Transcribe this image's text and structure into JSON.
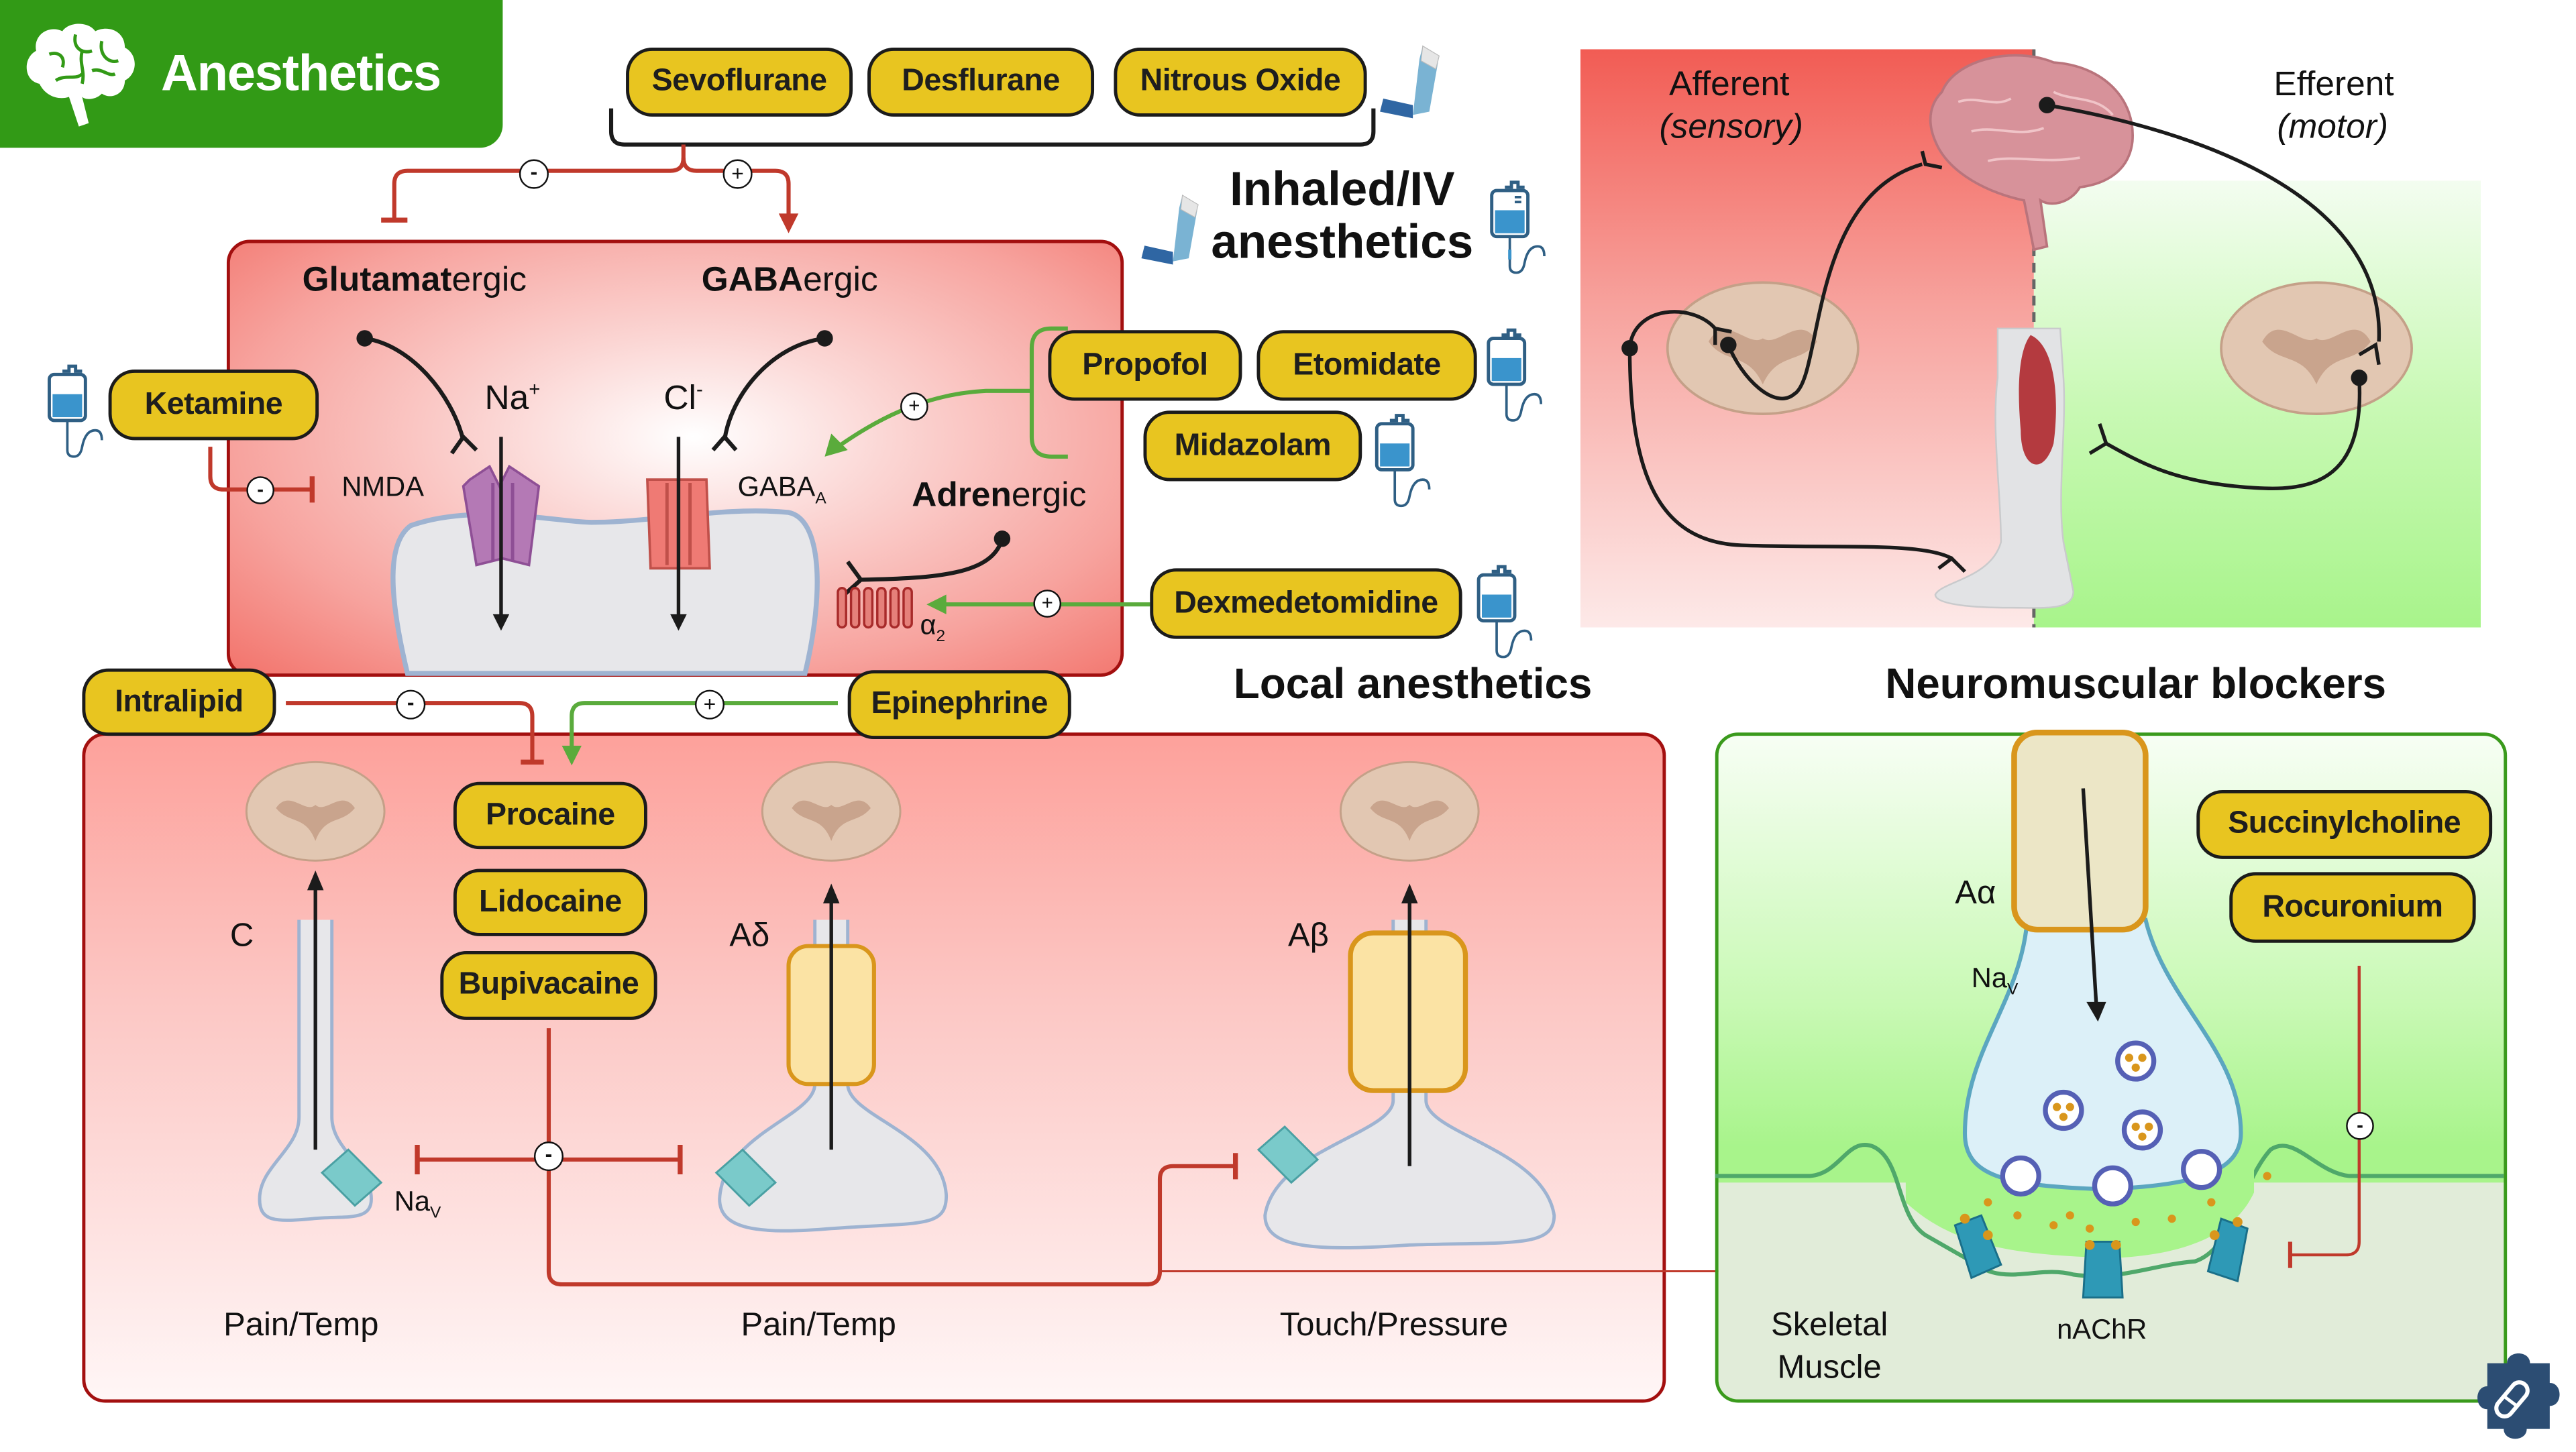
{
  "header": {
    "title": "Anesthetics",
    "icon": "brain-icon"
  },
  "sections": {
    "inhaled_iv": "Inhaled/IV\nanesthetics",
    "inhaled_iv_line1": "Inhaled/IV",
    "inhaled_iv_line2": "anesthetics",
    "local": "Local anesthetics",
    "neuromuscular": "Neuromuscular blockers"
  },
  "inhaled_drugs": [
    "Sevoflurane",
    "Desflurane",
    "Nitrous Oxide"
  ],
  "iv_drugs": {
    "ketamine": "Ketamine",
    "propofol": "Propofol",
    "etomidate": "Etomidate",
    "midazolam": "Midazolam",
    "dexmedetomidine": "Dexmedetomidine"
  },
  "cns_panel": {
    "glutamatergic_bold": "Glutamat",
    "glutamatergic_rest": "ergic",
    "gabaergic_bold": "GABA",
    "gabaergic_rest": "ergic",
    "adrenergic_bold": "Adren",
    "adrenergic_rest": "ergic",
    "na_ion": "Na",
    "na_charge": "+",
    "cl_ion": "Cl",
    "cl_charge": "-",
    "nmda": "NMDA",
    "gaba_a": "GABA",
    "gaba_a_sub": "A",
    "alpha2": "α",
    "alpha2_sub": "2"
  },
  "effects": {
    "minus": "-",
    "plus": "+"
  },
  "pathway_panel": {
    "afferent": "Afferent",
    "afferent_sub": "(sensory)",
    "efferent": "Efferent",
    "efferent_sub": "(motor)"
  },
  "local_panel": {
    "intralipid": "Intralipid",
    "epinephrine": "Epinephrine",
    "drugs": [
      "Procaine",
      "Lidocaine",
      "Bupivacaine"
    ],
    "fibers": [
      {
        "type": "C",
        "function": "Pain/Temp"
      },
      {
        "type": "Aδ",
        "function": "Pain/Temp"
      },
      {
        "type": "Aβ",
        "function": "Touch/Pressure"
      }
    ],
    "nav": "Na",
    "nav_sub": "V"
  },
  "nmj_panel": {
    "drugs": [
      "Succinylcholine",
      "Rocuronium"
    ],
    "fiber": "Aα",
    "nav": "Na",
    "nav_sub": "V",
    "muscle_line1": "Skeletal",
    "muscle_line2": "Muscle",
    "receptor": "nAChR"
  },
  "colors": {
    "pill": "#e8c520",
    "header_green": "#329a16",
    "inhibit_red": "#c0392b",
    "activate_green": "#5aab3c",
    "iv_blue": "#3a94cc"
  }
}
